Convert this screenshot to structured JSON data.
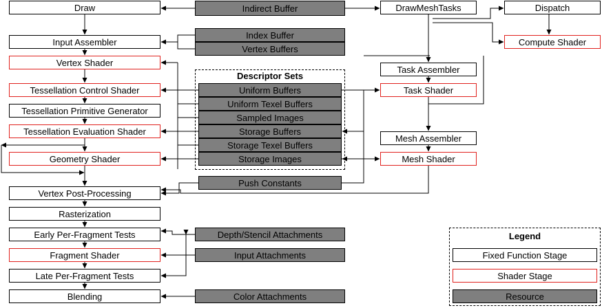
{
  "fixed_stages": {
    "draw": "Draw",
    "input_assembler": "Input Assembler",
    "tess_primitive_generator": "Tessellation Primitive Generator",
    "vertex_post_processing": "Vertex Post-Processing",
    "rasterization": "Rasterization",
    "early_fragment_tests": "Early Per-Fragment Tests",
    "late_fragment_tests": "Late Per-Fragment Tests",
    "blending": "Blending",
    "draw_mesh_tasks": "DrawMeshTasks",
    "dispatch": "Dispatch",
    "task_assembler": "Task Assembler",
    "mesh_assembler": "Mesh Assembler"
  },
  "shader_stages": {
    "vertex": "Vertex Shader",
    "tess_control": "Tessellation Control Shader",
    "tess_evaluation": "Tessellation Evaluation Shader",
    "geometry": "Geometry Shader",
    "fragment": "Fragment Shader",
    "compute": "Compute Shader",
    "task": "Task Shader",
    "mesh": "Mesh Shader"
  },
  "resources": {
    "indirect_buffer": "Indirect Buffer",
    "index_buffer": "Index Buffer",
    "vertex_buffers": "Vertex Buffers",
    "uniform_buffers": "Uniform Buffers",
    "uniform_texel_buffers": "Uniform Texel Buffers",
    "sampled_images": "Sampled Images",
    "storage_buffers": "Storage Buffers",
    "storage_texel_buffers": "Storage Texel Buffers",
    "storage_images": "Storage Images",
    "push_constants": "Push Constants",
    "depth_stencil_attachments": "Depth/Stencil Attachments",
    "input_attachments": "Input Attachments",
    "color_attachments": "Color Attachments"
  },
  "descriptor_sets": {
    "title": "Descriptor Sets"
  },
  "legend": {
    "title": "Legend",
    "fixed": "Fixed Function Stage",
    "shader": "Shader Stage",
    "resource": "Resource"
  },
  "colors": {
    "fixed_border": "#000000",
    "shader_border": "#e0201c",
    "resource_fill": "#7f7f7f",
    "line": "#000000"
  }
}
